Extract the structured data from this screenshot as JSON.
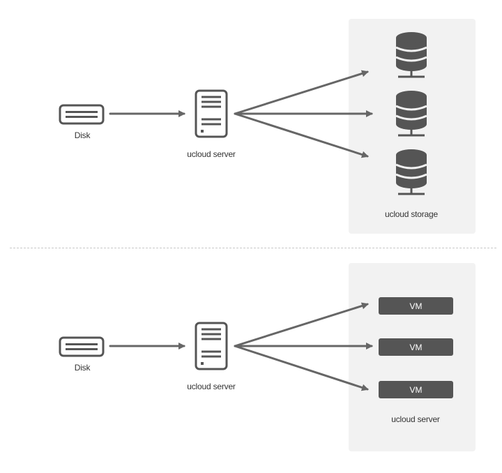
{
  "top": {
    "disk_label": "Disk",
    "server_label": "ucloud server",
    "storage_label": "ucloud storage"
  },
  "bottom": {
    "disk_label": "Disk",
    "server_label": "ucloud server",
    "vms": [
      "VM",
      "VM",
      "VM"
    ],
    "target_label": "ucloud server"
  },
  "colors": {
    "stroke": "#666666",
    "icon": "#555555",
    "panel": "#f2f2f2"
  },
  "icons": {
    "disk": "disk-icon",
    "server": "server-icon",
    "database": "database-icon"
  }
}
